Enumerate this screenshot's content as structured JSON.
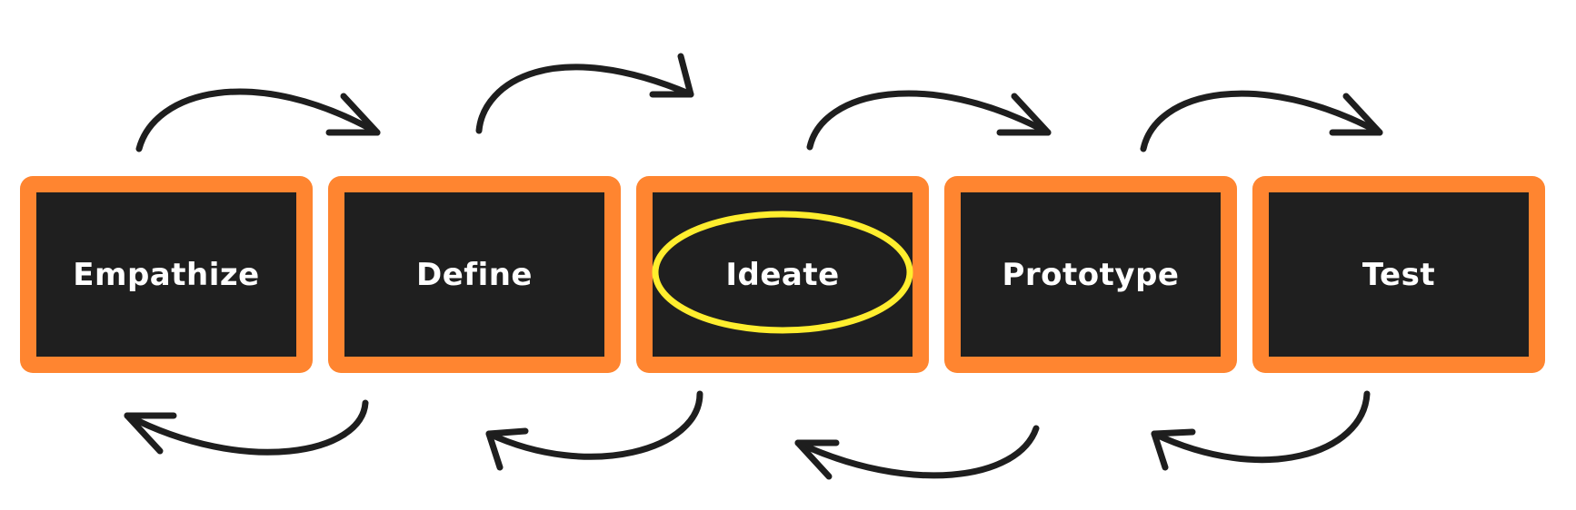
{
  "diagram": {
    "stages": [
      {
        "label": "Empathize",
        "highlighted": false
      },
      {
        "label": "Define",
        "highlighted": false
      },
      {
        "label": "Ideate",
        "highlighted": true
      },
      {
        "label": "Prototype",
        "highlighted": false
      },
      {
        "label": "Test",
        "highlighted": false
      }
    ],
    "colors": {
      "box_border": "#ff8530",
      "box_fill": "#1f1f1f",
      "label": "#ffffff",
      "arrow": "#1e1e1e",
      "highlight": "#ffee2e"
    },
    "arrows": {
      "forward": "curved arrows above the stages pointing left-to-right",
      "backward": "curved arrows below the stages pointing right-to-left"
    }
  }
}
